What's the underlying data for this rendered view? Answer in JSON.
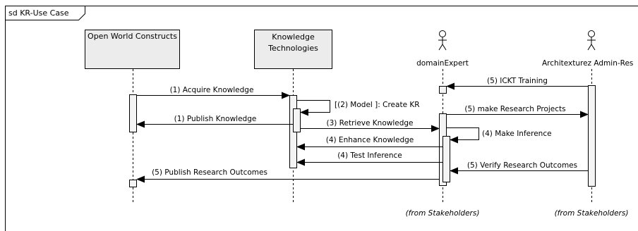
{
  "frame": {
    "title": "sd KR-Use Case"
  },
  "lifelines": {
    "owc": {
      "label": "Open World Constructs"
    },
    "kt": {
      "line1": "Knowledge",
      "line2": "Technologies"
    },
    "de": {
      "label": "domainExpert",
      "from": "(from Stakeholders)"
    },
    "aa": {
      "label": "Architexturez Admin-Res",
      "from": "(from Stakeholders)"
    }
  },
  "messages": {
    "ickt": "(5) ICKT Training",
    "acquire": "(1) Acquire Knowledge",
    "model": "[(2) Model ]: Create KR",
    "research": "(5) make Research Projects",
    "publish": "(1)  Publish Knowledge",
    "retrieve": "(3) Retrieve Knowledge",
    "inference": "(4) Make Inference",
    "enhance": "(4) Enhance Knowledge",
    "test": "(4) Test Inference",
    "verify": "(5) Verify Research Outcomes",
    "outcomes": "(5) Publish Research Outcomes"
  }
}
